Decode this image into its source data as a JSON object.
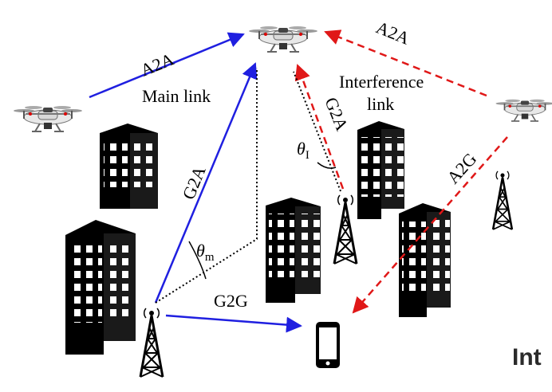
{
  "labels": {
    "a2a_left": "A2A",
    "a2a_right": "A2A",
    "main_link": "Main link",
    "interference_line1": "Interference",
    "interference_line2": "link",
    "g2a_main": "G2A",
    "g2a_interf": "G2A",
    "a2g": "A2G",
    "g2g": "G2G",
    "theta_m_base": "θ",
    "theta_m_sub": "m",
    "theta_i_base": "θ",
    "theta_i_sub": "I",
    "cut_text": "Int"
  },
  "colors": {
    "main_link": "#1f1fe0",
    "interference_link": "#e01818",
    "reference_line": "#000000",
    "building": "#000000"
  },
  "icons": [
    "drone-icon",
    "building-icon",
    "cell-tower-icon",
    "smartphone-icon"
  ]
}
